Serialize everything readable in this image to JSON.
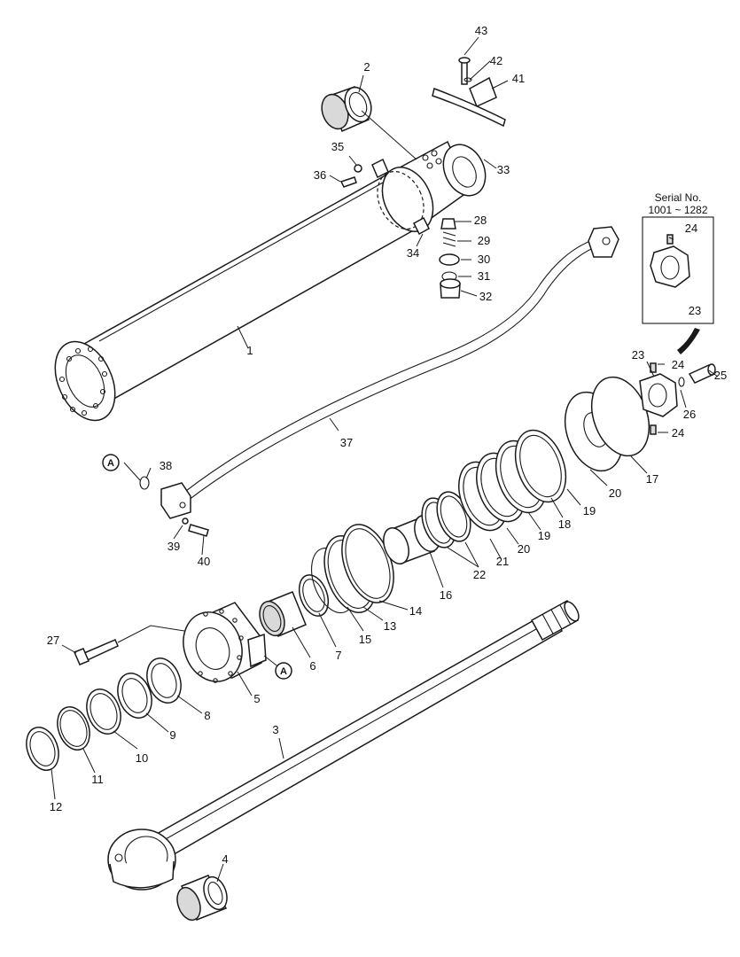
{
  "callouts": [
    {
      "id": "c1",
      "label": "1"
    },
    {
      "id": "c2",
      "label": "2"
    },
    {
      "id": "c3",
      "label": "3"
    },
    {
      "id": "c4",
      "label": "4"
    },
    {
      "id": "c5",
      "label": "5"
    },
    {
      "id": "c6",
      "label": "6"
    },
    {
      "id": "c7",
      "label": "7"
    },
    {
      "id": "c8",
      "label": "8"
    },
    {
      "id": "c9",
      "label": "9"
    },
    {
      "id": "c10",
      "label": "10"
    },
    {
      "id": "c11",
      "label": "11"
    },
    {
      "id": "c12",
      "label": "12"
    },
    {
      "id": "c13",
      "label": "13"
    },
    {
      "id": "c14",
      "label": "14"
    },
    {
      "id": "c15",
      "label": "15"
    },
    {
      "id": "c16",
      "label": "16"
    },
    {
      "id": "c17",
      "label": "17"
    },
    {
      "id": "c18",
      "label": "18"
    },
    {
      "id": "c19a",
      "label": "19"
    },
    {
      "id": "c19b",
      "label": "19"
    },
    {
      "id": "c20a",
      "label": "20"
    },
    {
      "id": "c20b",
      "label": "20"
    },
    {
      "id": "c21",
      "label": "21"
    },
    {
      "id": "c22",
      "label": "22"
    },
    {
      "id": "c23a",
      "label": "23"
    },
    {
      "id": "c23b",
      "label": "23"
    },
    {
      "id": "c24a",
      "label": "24"
    },
    {
      "id": "c24b",
      "label": "24"
    },
    {
      "id": "c24c",
      "label": "24"
    },
    {
      "id": "c25",
      "label": "25"
    },
    {
      "id": "c26",
      "label": "26"
    },
    {
      "id": "c27",
      "label": "27"
    },
    {
      "id": "c28",
      "label": "28"
    },
    {
      "id": "c29",
      "label": "29"
    },
    {
      "id": "c30",
      "label": "30"
    },
    {
      "id": "c31",
      "label": "31"
    },
    {
      "id": "c32",
      "label": "32"
    },
    {
      "id": "c33",
      "label": "33"
    },
    {
      "id": "c34",
      "label": "34"
    },
    {
      "id": "c35",
      "label": "35"
    },
    {
      "id": "c36",
      "label": "36"
    },
    {
      "id": "c37",
      "label": "37"
    },
    {
      "id": "c38",
      "label": "38"
    },
    {
      "id": "c39",
      "label": "39"
    },
    {
      "id": "c40",
      "label": "40"
    },
    {
      "id": "c41",
      "label": "41"
    },
    {
      "id": "c42",
      "label": "42"
    },
    {
      "id": "c43",
      "label": "43"
    }
  ],
  "inset": {
    "title": "Serial No.",
    "range": "1001 ~ 1282"
  },
  "reference_marks": {
    "a1": "A",
    "a2": "A"
  }
}
